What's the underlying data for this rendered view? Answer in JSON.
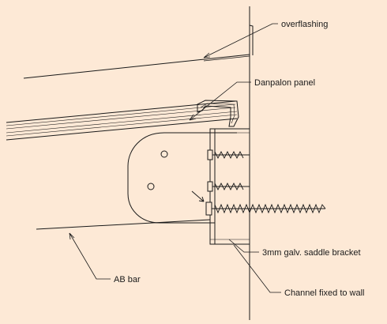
{
  "diagram": {
    "background": "#fde9d6",
    "line_color": "#1a1a1a",
    "labels": {
      "overflashing": "overflashing",
      "danpalon_panel": "Danpalon panel",
      "saddle_bracket": "3mm galv. saddle bracket",
      "ab_bar": "AB bar",
      "channel": "Channel fixed to wall"
    }
  }
}
